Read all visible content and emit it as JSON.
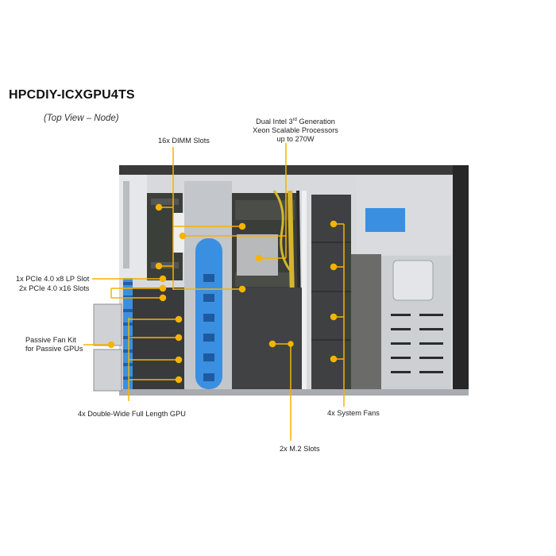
{
  "header": {
    "title": "HPCDIY-ICXGPU4TS",
    "subtitle": "(Top View – Node)"
  },
  "callouts": {
    "dimm": "16x DIMM  Slots",
    "cpu_line1_pre": "Dual Intel 3",
    "cpu_line1_sup": "rd",
    "cpu_line1_post": " Generation",
    "cpu_line2": "Xeon Scalable Processors",
    "cpu_line3": "up to 270W",
    "pcie_lp": "1x PCIe 4.0 x8  LP Slot",
    "pcie_x16": "2x PCIe 4.0 x16 Slots",
    "passive_fan_line1": "Passive Fan Kit",
    "passive_fan_line2": "for Passive GPUs",
    "gpu": "4x Double-Wide Full Length GPU",
    "fans": "4x System Fans",
    "m2": "2x M.2  Slots"
  },
  "colors": {
    "callout": "#f5b400",
    "chassis_dark": "#2e2e2e",
    "chassis_metal": "#c9ccd0",
    "shroud_blue": "#3a8fe0",
    "board_dark": "#3c3c3c"
  }
}
